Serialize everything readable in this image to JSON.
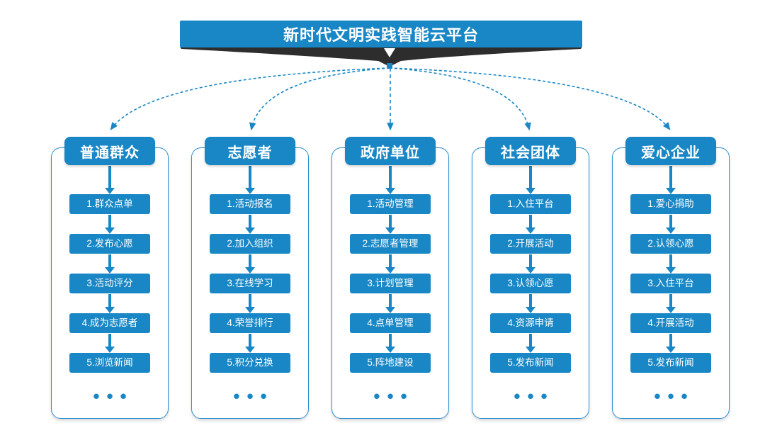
{
  "title": {
    "text": "新时代文明实践智能云平台"
  },
  "colors": {
    "primary_blue": "#1987c5",
    "frame_border": "#2e8fce",
    "funnel_dark": "#2d2d2d",
    "background": "#ffffff"
  },
  "columns": [
    {
      "header": "普通群众",
      "items": [
        "1.群众点单",
        "2.发布心愿",
        "3.活动评分",
        "4.成为志愿者",
        "5.浏览新闻"
      ],
      "more": "•••"
    },
    {
      "header": "志愿者",
      "items": [
        "1.活动报名",
        "2.加入组织",
        "3.在线学习",
        "4.荣誉排行",
        "5.积分兑换"
      ],
      "more": "•••"
    },
    {
      "header": "政府单位",
      "items": [
        "1.活动管理",
        "2.志愿者管理",
        "3.计划管理",
        "4.点单管理",
        "5.阵地建设"
      ],
      "more": "•••"
    },
    {
      "header": "社会团体",
      "items": [
        "1.入住平台",
        "2.开展活动",
        "3.认领心愿",
        "4.资源申请",
        "5.发布新闻"
      ],
      "more": "•••"
    },
    {
      "header": "爱心企业",
      "items": [
        "1.爱心捐助",
        "2.认领心愿",
        "3.入住平台",
        "4.开展活动",
        "5.发布新闻"
      ],
      "more": "•••"
    }
  ]
}
